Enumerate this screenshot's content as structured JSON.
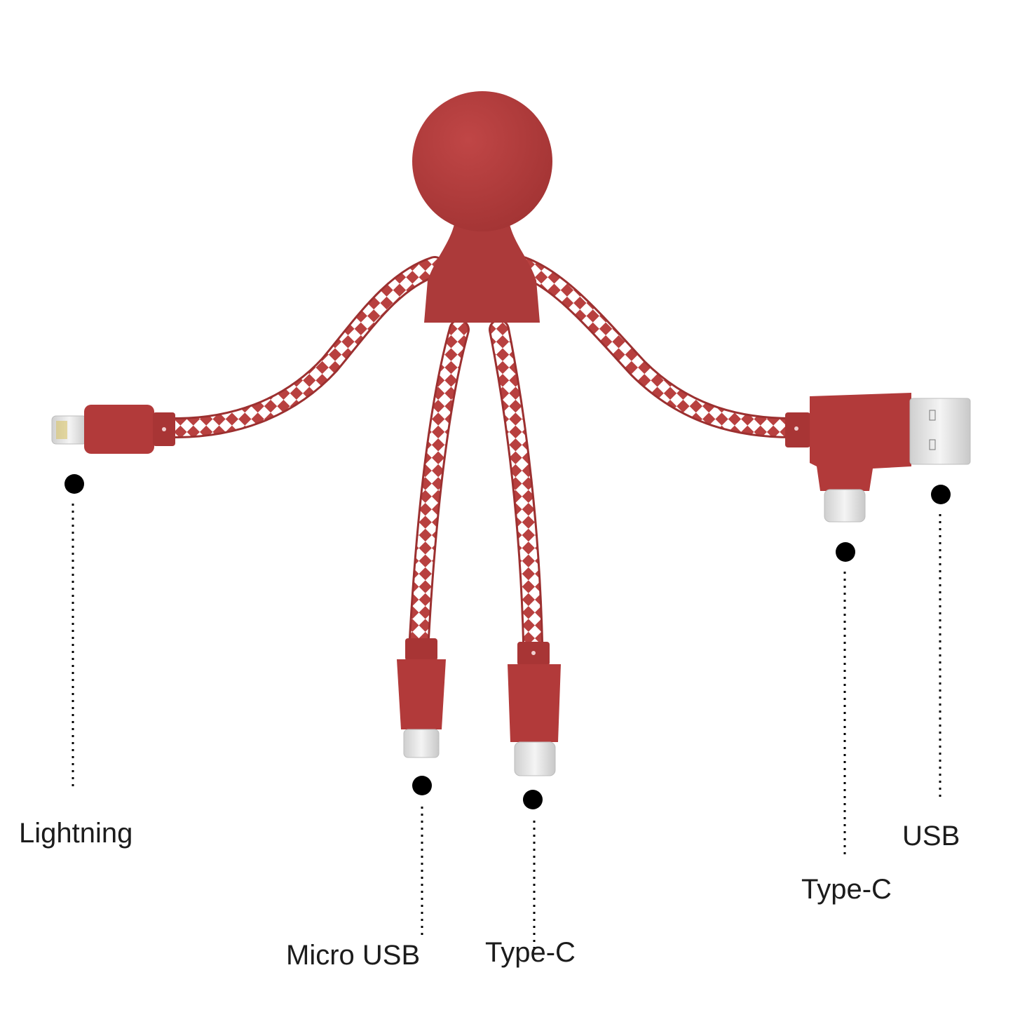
{
  "product": {
    "body_color": "#b23a3a",
    "body_dark": "#8f2a2a",
    "cable_color": "#b8403f",
    "cable_stripe": "#ffffff",
    "connector_metal": "#d9d9d9"
  },
  "callouts": [
    {
      "id": "lightning",
      "label": "Lightning"
    },
    {
      "id": "micro-usb",
      "label": "Micro USB"
    },
    {
      "id": "type-c-bottom",
      "label": "Type-C"
    },
    {
      "id": "type-c-right",
      "label": "Type-C"
    },
    {
      "id": "usb",
      "label": "USB"
    }
  ]
}
